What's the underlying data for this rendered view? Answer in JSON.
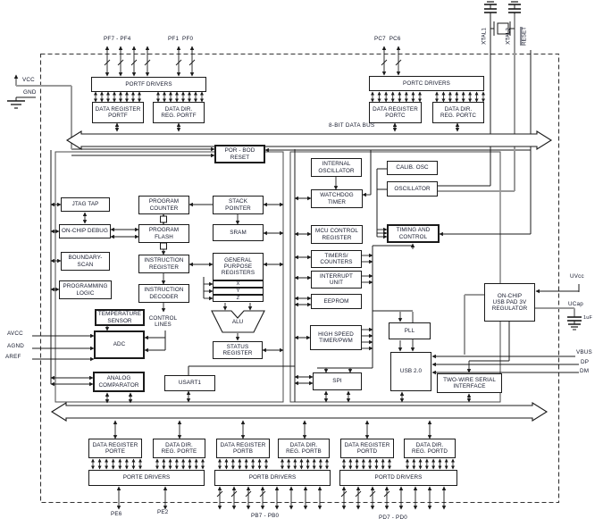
{
  "diagram": {
    "bus_label": "8-BIT DATA BUS",
    "blocks": {
      "portf_drivers": "PORTF DRIVERS",
      "data_reg_portf": "DATA REGISTER\nPORTF",
      "data_dir_portf": "DATA DIR.\nREG. PORTF",
      "portc_drivers": "PORTC DRIVERS",
      "data_reg_portc": "DATA REGISTER\nPORTC",
      "data_dir_portc": "DATA DIR.\nREG. PORTC",
      "por_bod_reset": "POR - BOD\nRESET",
      "jtag_tap": "JTAG TAP",
      "on_chip_debug": "ON-CHIP DEBUG",
      "boundary_scan": "BOUNDARY-\nSCAN",
      "programming_logic": "PROGRAMMING\nLOGIC",
      "program_counter": "PROGRAM\nCOUNTER",
      "program_flash": "PROGRAM\nFLASH",
      "instruction_register": "INSTRUCTION\nREGISTER",
      "instruction_decoder": "INSTRUCTION\nDECODER",
      "control_lines": "CONTROL\nLINES",
      "stack_pointer": "STACK\nPOINTER",
      "sram": "SRAM",
      "general_purpose_registers": "GENERAL\nPURPOSE\nREGISTERS",
      "reg_x": "X",
      "reg_y": "Y",
      "reg_z": "Z",
      "alu": "ALU",
      "status_register": "STATUS\nREGISTER",
      "temperature_sensor": "TEMPERATURE\nSENSOR",
      "adc": "ADC",
      "analog_comparator": "ANALOG\nCOMPARATOR",
      "usart1": "USART1",
      "internal_oscillator": "INTERNAL\nOSCILLATOR",
      "watchdog_timer": "WATCHDOG\nTIMER",
      "mcu_control_register": "MCU CONTROL\nREGISTER",
      "timers_counters": "TIMERS/\nCOUNTERS",
      "interrupt_unit": "INTERRUPT\nUNIT",
      "eeprom": "EEPROM",
      "high_speed_timer_pwm": "HIGH SPEED\nTIMER/PWM",
      "spi": "SPI",
      "calib_osc": "CALIB. OSC",
      "oscillator": "OSCILLATOR",
      "timing_and_control": "TIMING AND\nCONTROL",
      "pll": "PLL",
      "usb": "USB 2.0",
      "two_wire_serial": "TWO-WIRE SERIAL\nINTERFACE",
      "usb_regulator": "ON-CHIP\nUSB PAD 3V\nREGULATOR",
      "data_reg_porte": "DATA REGISTER\nPORTE",
      "data_dir_porte": "DATA DIR.\nREG. PORTE",
      "porte_drivers": "PORTE DRIVERS",
      "data_reg_portb": "DATA REGISTER\nPORTB",
      "data_dir_portb": "DATA DIR.\nREG. PORTB",
      "portb_drivers": "PORTB DRIVERS",
      "data_reg_portd": "DATA REGISTER\nPORTD",
      "data_dir_portd": "DATA DIR.\nREG. PORTD",
      "portd_drivers": "PORTD DRIVERS"
    },
    "pins": {
      "pf_high": "PF7 - PF4",
      "pf_low": "PF1  PF0",
      "pc": "PC7  PC6",
      "xtal1": "XTAL1",
      "xtal2": "XTAL2",
      "reset": "RESET",
      "vcc": "VCC",
      "gnd": "GND",
      "avcc": "AVCC",
      "agnd": "AGND",
      "aref": "AREF",
      "uvcc": "UVcc",
      "ucap": "UCap",
      "cap_value": "1uF",
      "vbus": "VBUS",
      "dp": "DP",
      "dm": "DM",
      "pe6": "PE6",
      "pe2": "PE2",
      "pb": "PB7 - PB0",
      "pd": "PD7 - PD0"
    }
  }
}
